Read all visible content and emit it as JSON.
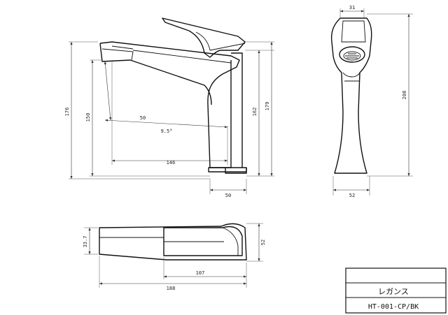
{
  "side_view": {
    "height_total": "176",
    "height_spout": "150",
    "spout_reach": "50",
    "tilt_angle": "9.5°",
    "reach_to_center": "146",
    "height_lever": "162",
    "height_top": "179",
    "base_width": "50"
  },
  "front_view": {
    "top_width": "31",
    "height": "208",
    "base_width": "52"
  },
  "plan_view": {
    "depth_spout": "33.7",
    "depth_total": "52",
    "lever_length": "107",
    "overall_length": "188"
  },
  "title_block": {
    "product_name": "レガンス",
    "model_code": "HT-001-CP/BK"
  }
}
